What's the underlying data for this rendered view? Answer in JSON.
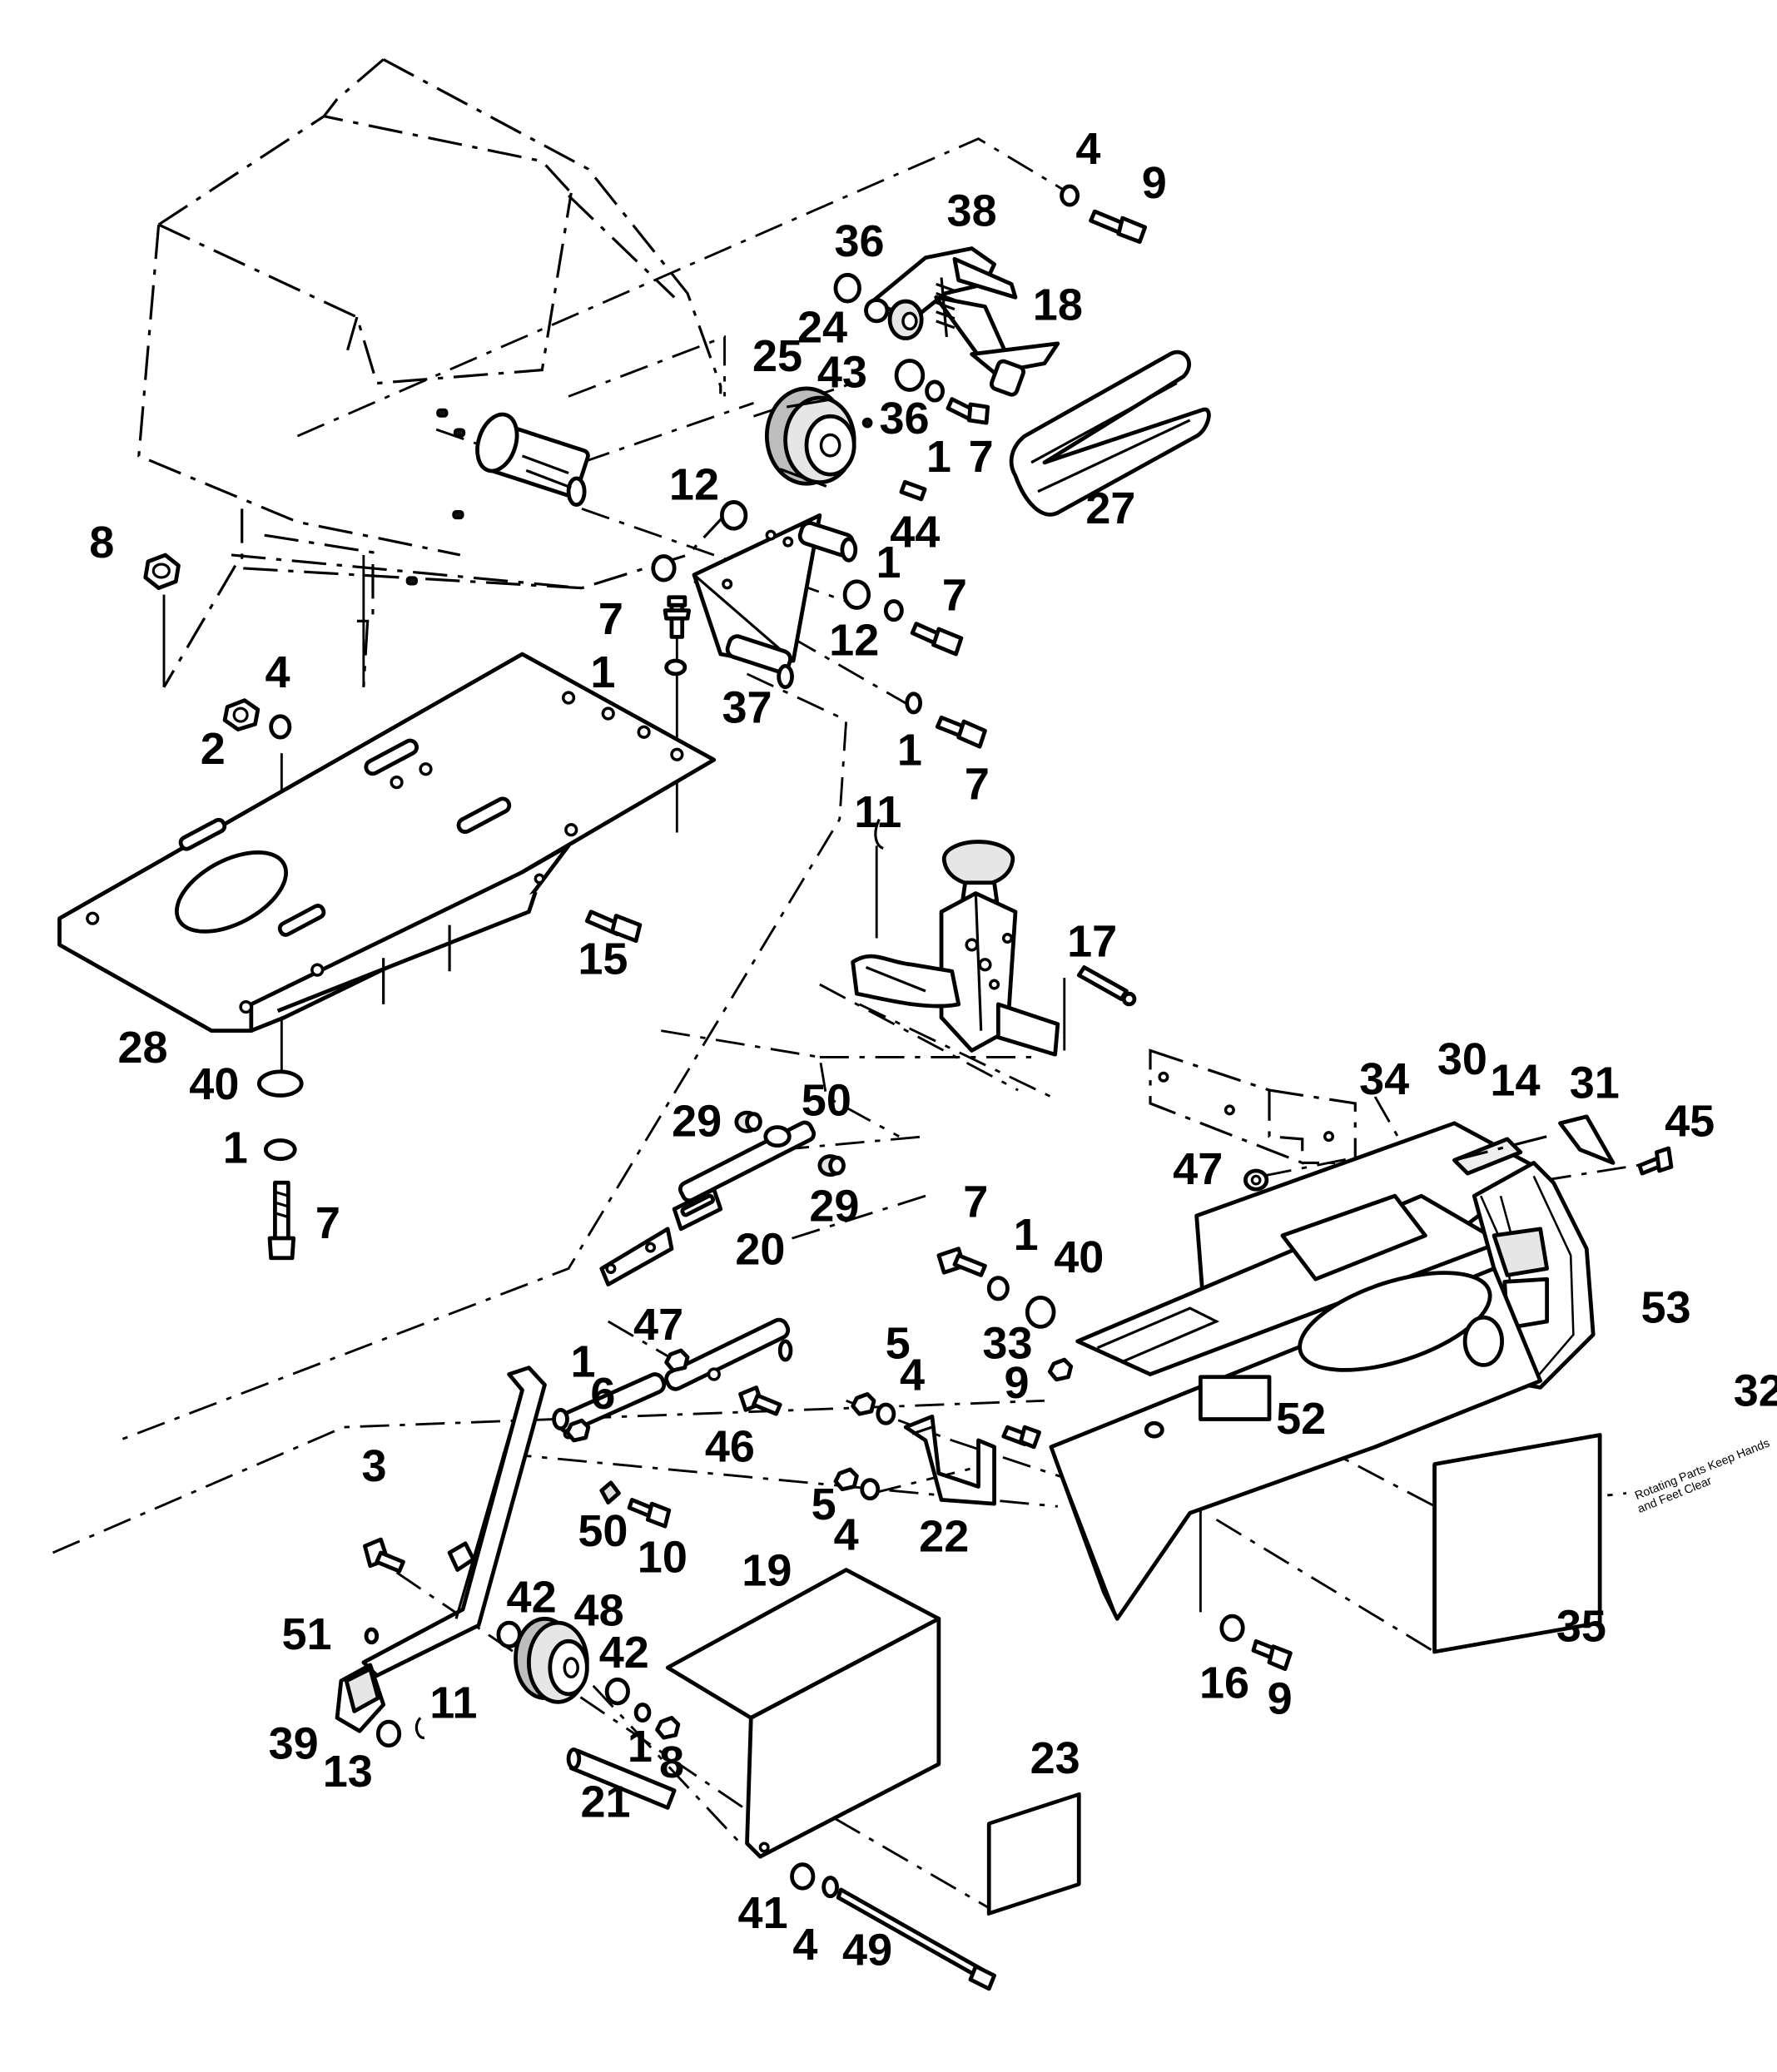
{
  "callouts": [
    {
      "id": "c4a",
      "text": "4"
    },
    {
      "id": "c9a",
      "text": "9"
    },
    {
      "id": "c38",
      "text": "38"
    },
    {
      "id": "c36a",
      "text": "36"
    },
    {
      "id": "c18",
      "text": "18"
    },
    {
      "id": "c24",
      "text": "24"
    },
    {
      "id": "c25",
      "text": "25"
    },
    {
      "id": "c43",
      "text": "43"
    },
    {
      "id": "c36b",
      "text": "36"
    },
    {
      "id": "c1a",
      "text": "1"
    },
    {
      "id": "c7a",
      "text": "7"
    },
    {
      "id": "c27",
      "text": "27"
    },
    {
      "id": "c12a",
      "text": "12"
    },
    {
      "id": "c44",
      "text": "44"
    },
    {
      "id": "c8a",
      "text": "8"
    },
    {
      "id": "c1b",
      "text": "1"
    },
    {
      "id": "c7b",
      "text": "7"
    },
    {
      "id": "c12b",
      "text": "12"
    },
    {
      "id": "c7c",
      "text": "7"
    },
    {
      "id": "c1c",
      "text": "1"
    },
    {
      "id": "c4b",
      "text": "4"
    },
    {
      "id": "c2",
      "text": "2"
    },
    {
      "id": "c37",
      "text": "37"
    },
    {
      "id": "c1d",
      "text": "1"
    },
    {
      "id": "c7d",
      "text": "7"
    },
    {
      "id": "c11a",
      "text": "11"
    },
    {
      "id": "c15",
      "text": "15"
    },
    {
      "id": "c17",
      "text": "17"
    },
    {
      "id": "c28",
      "text": "28"
    },
    {
      "id": "c40a",
      "text": "40"
    },
    {
      "id": "c1e",
      "text": "1"
    },
    {
      "id": "c7e",
      "text": "7"
    },
    {
      "id": "c30",
      "text": "30"
    },
    {
      "id": "c34",
      "text": "34"
    },
    {
      "id": "c14",
      "text": "14"
    },
    {
      "id": "c31",
      "text": "31"
    },
    {
      "id": "c45",
      "text": "45"
    },
    {
      "id": "c50a",
      "text": "50"
    },
    {
      "id": "c29a",
      "text": "29"
    },
    {
      "id": "c47a",
      "text": "47"
    },
    {
      "id": "c29b",
      "text": "29"
    },
    {
      "id": "c7f",
      "text": "7"
    },
    {
      "id": "c1f",
      "text": "1"
    },
    {
      "id": "c40b",
      "text": "40"
    },
    {
      "id": "c20",
      "text": "20"
    },
    {
      "id": "c53",
      "text": "53"
    },
    {
      "id": "c47b",
      "text": "47"
    },
    {
      "id": "c1g",
      "text": "1"
    },
    {
      "id": "c6",
      "text": "6"
    },
    {
      "id": "c5a",
      "text": "5"
    },
    {
      "id": "c4c",
      "text": "4"
    },
    {
      "id": "c33",
      "text": "33"
    },
    {
      "id": "c9b",
      "text": "9"
    },
    {
      "id": "c46",
      "text": "46"
    },
    {
      "id": "c32",
      "text": "32"
    },
    {
      "id": "c52",
      "text": "52"
    },
    {
      "id": "c5b",
      "text": "5"
    },
    {
      "id": "c4d",
      "text": "4"
    },
    {
      "id": "c22",
      "text": "22"
    },
    {
      "id": "c50b",
      "text": "50"
    },
    {
      "id": "c10",
      "text": "10"
    },
    {
      "id": "c3",
      "text": "3"
    },
    {
      "id": "c19",
      "text": "19"
    },
    {
      "id": "c42a",
      "text": "42"
    },
    {
      "id": "c48",
      "text": "48"
    },
    {
      "id": "c51",
      "text": "51"
    },
    {
      "id": "c42b",
      "text": "42"
    },
    {
      "id": "c11b",
      "text": "11"
    },
    {
      "id": "c39",
      "text": "39"
    },
    {
      "id": "c13",
      "text": "13"
    },
    {
      "id": "c1h",
      "text": "1"
    },
    {
      "id": "c8b",
      "text": "8"
    },
    {
      "id": "c21",
      "text": "21"
    },
    {
      "id": "c16",
      "text": "16"
    },
    {
      "id": "c9c",
      "text": "9"
    },
    {
      "id": "c35",
      "text": "35"
    },
    {
      "id": "c23",
      "text": "23"
    },
    {
      "id": "c41",
      "text": "41"
    },
    {
      "id": "c4e",
      "text": "4"
    },
    {
      "id": "c49",
      "text": "49"
    }
  ]
}
